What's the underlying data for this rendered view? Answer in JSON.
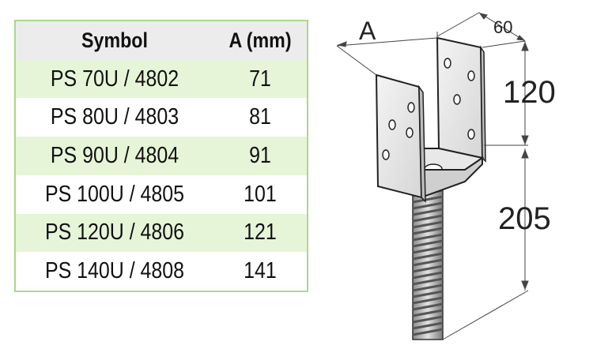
{
  "table": {
    "headers": [
      "Symbol",
      "A (mm)"
    ],
    "rows": [
      [
        "PS 70U / 4802",
        "71"
      ],
      [
        "PS 80U / 4803",
        "81"
      ],
      [
        "PS 90U / 4804",
        "91"
      ],
      [
        "PS 100U / 4805",
        "101"
      ],
      [
        "PS 120U / 4806",
        "121"
      ],
      [
        "PS 140U / 4808",
        "141"
      ]
    ]
  },
  "diagram": {
    "label_a": "A",
    "dim_width": "60",
    "dim_upper": "120",
    "dim_lower": "205"
  },
  "colors": {
    "table_border": "#a9d98a",
    "row_green": "#e6f5d8",
    "header_bg": "#ececec"
  }
}
